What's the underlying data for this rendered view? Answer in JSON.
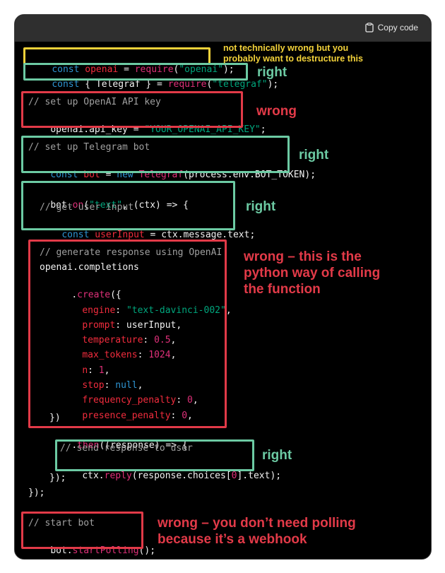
{
  "header": {
    "copy_label": "Copy code"
  },
  "code": {
    "l1": [
      "const ",
      "openai",
      " = ",
      "require",
      "(",
      "\"openai\"",
      ");"
    ],
    "l2": [
      "const ",
      "{ Telegraf }",
      " = ",
      "require",
      "(",
      "\"telegraf\"",
      ");"
    ],
    "l3": "// set up OpenAI API key",
    "l4": [
      "openai.api_key = ",
      "\"YOUR_OPENAI_API_KEY\"",
      ";"
    ],
    "l5": "// set up Telegram bot",
    "l6": [
      "const ",
      "bot",
      " = ",
      "new ",
      "Telegraf",
      "(process.env.BOT_TOKEN);"
    ],
    "l7": [
      "bot.",
      "on",
      "(",
      "\"text\"",
      ", (ctx) => {"
    ],
    "l8": "// get user input",
    "l9": [
      "const ",
      "userInput",
      " = ctx.message.text;"
    ],
    "l10": "// generate response using OpenAI",
    "l11": "openai.completions",
    "l12": [
      ".",
      "create",
      "({"
    ],
    "l13": [
      "engine",
      ": ",
      "\"text-davinci-002\"",
      ","
    ],
    "l14": [
      "prompt",
      ": userInput,"
    ],
    "l15": [
      "temperature",
      ": ",
      "0.5",
      ","
    ],
    "l16": [
      "max_tokens",
      ": ",
      "1024",
      ","
    ],
    "l17": [
      "n",
      ": ",
      "1",
      ","
    ],
    "l18": [
      "stop",
      ": ",
      "null",
      ","
    ],
    "l19": [
      "frequency_penalty",
      ": ",
      "0",
      ","
    ],
    "l20": [
      "presence_penalty",
      ": ",
      "0",
      ","
    ],
    "l21": "})",
    "l22": [
      ".",
      "then",
      "((response) => {"
    ],
    "l23": "// send response to user",
    "l24": [
      "ctx.",
      "reply",
      "(response.choices[",
      "0",
      "].text);"
    ],
    "l25": "});",
    "l26": "});",
    "l27": "// start bot",
    "l28": [
      "bot.",
      "startPolling",
      "();"
    ]
  },
  "annotations": {
    "a1_line1": "not technically wrong but you",
    "a1_line2": "probably want to destructure this",
    "a2": "right",
    "a3": "wrong",
    "a4": "right",
    "a5": "right",
    "a6_line1": "wrong – this is the",
    "a6_line2": "python way of calling",
    "a6_line3": "the function",
    "a7": "right",
    "a8_line1": "wrong – you don’t need polling",
    "a8_line2": "because it’s a webhook"
  },
  "colors": {
    "keyword": "#2e95d3",
    "string": "#00a67d",
    "function": "#df3079",
    "comment": "#a0a0a0",
    "annotation_green": "#6ccaa3",
    "annotation_red": "#e23a48",
    "annotation_yellow": "#f3d23a"
  },
  "icons": {
    "copy": "clipboard-icon"
  }
}
